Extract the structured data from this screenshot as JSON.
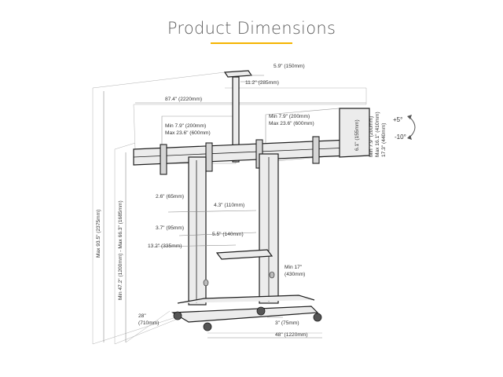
{
  "title": "Product Dimensions",
  "accent_color": "#f5b400",
  "dimensions": {
    "camera_shelf_width": "5.9\" (150mm)",
    "camera_mast_offset": "11.2\" (285mm)",
    "overall_width": "87.4\" (2220mm)",
    "vesa_left_min": "Min 7.9\" (200mm)",
    "vesa_left_max": "Max 23.6\" (600mm)",
    "vesa_right_min": "Min 7.9\" (200mm)",
    "vesa_right_max": "Max 23.6\" (600mm)",
    "bracket_depth": "6.1\" (155mm)",
    "vesa_v_min": "Min 7.9\" (200mm)",
    "vesa_v_max": "Max 16.1\" (410mm)",
    "bracket_height": "17.3\" (440mm)",
    "tilt_up": "+5°",
    "tilt_down": "-10°",
    "overall_height": "Max 93.5\" (2375mm)",
    "height_range": "Min 47.2\" (1200mm) - Max 66.3\" (1685mm)",
    "column_offset": "2.6\" (65mm)",
    "column_spacing": "4.3\" (110mm)",
    "shelf_thickness": "3.7\" (95mm)",
    "shelf_width": "5.5\" (140mm)",
    "shelf_depth": "13.2\" (335mm)",
    "floor_to_shelf_min": "Min 17\"",
    "floor_to_shelf_mm": "(430mm)",
    "base_depth_in": "28\"",
    "base_depth_mm": "(710mm)",
    "caster_height": "3\" (75mm)",
    "base_width": "48\" (1220mm)"
  }
}
